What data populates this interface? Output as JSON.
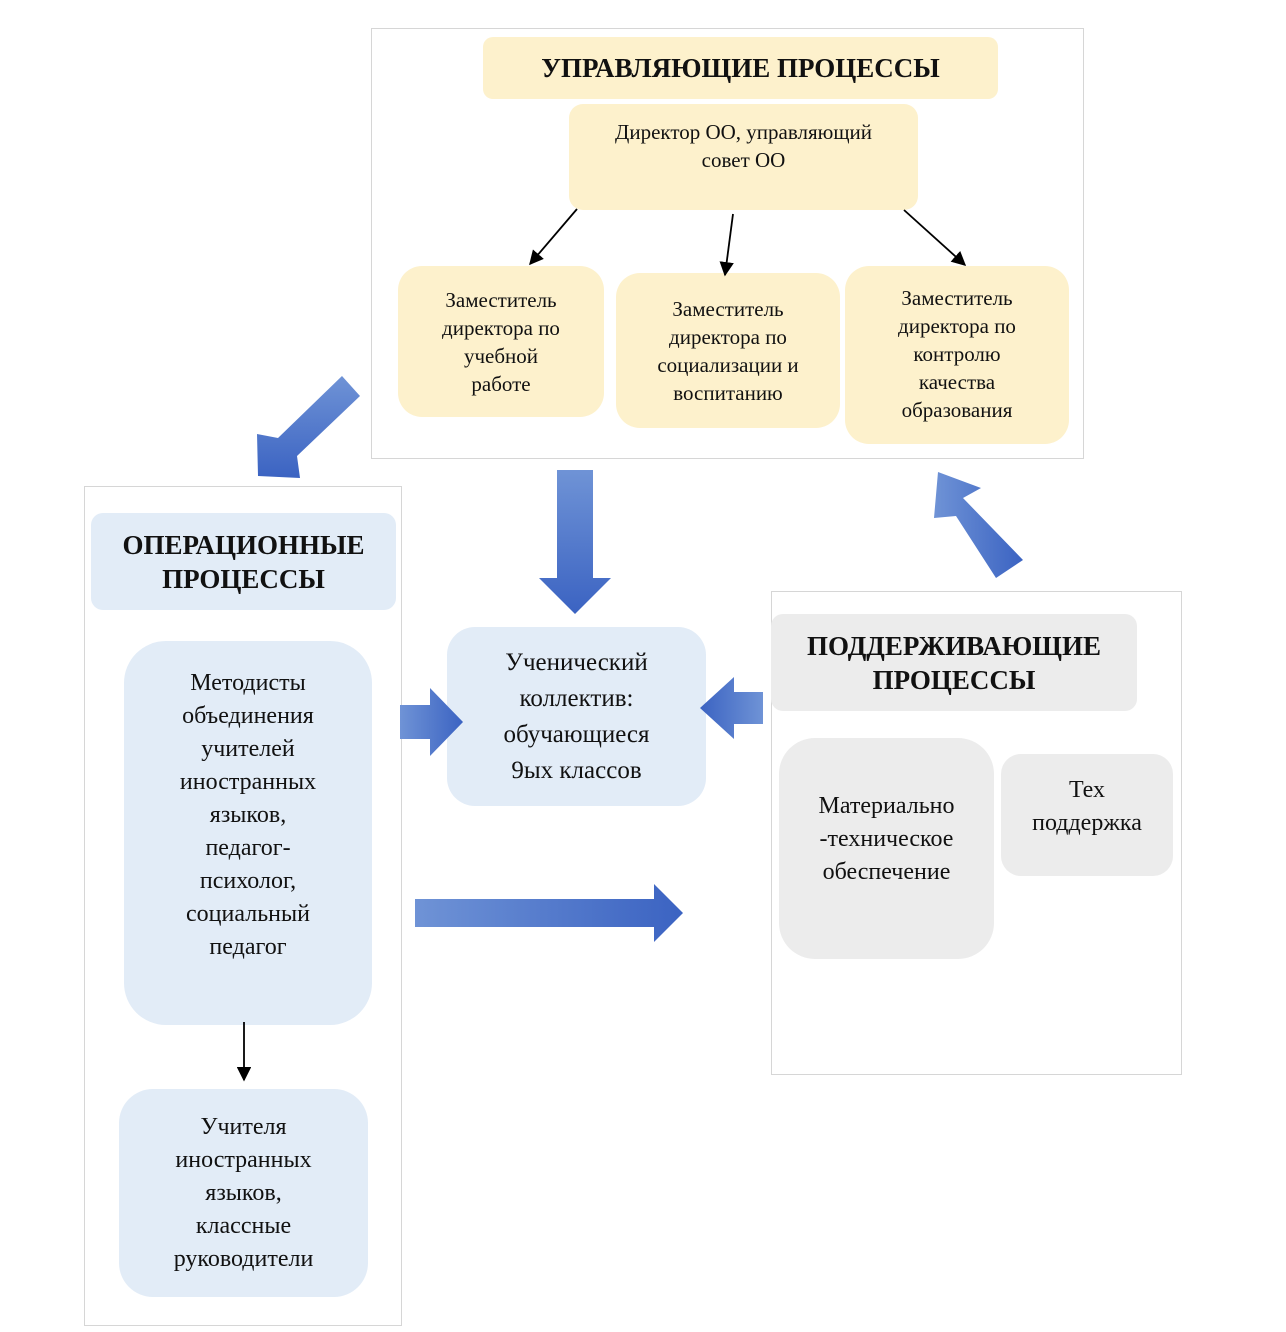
{
  "management": {
    "title": "УПРАВЛЯЮЩИЕ  ПРОЦЕССЫ",
    "director": "Директор ОО, управляющий\nсовет ОО",
    "deputy_study": "Заместитель\nдиректора по\nучебной\nработе",
    "deputy_social": "Заместитель\nдиректора по\nсоциализации  и\nвоспитанию",
    "deputy_quality": "Заместитель\nдиректора по\nконтролю\nкачества\nобразования"
  },
  "operational": {
    "title": "ОПЕРАЦИОННЫЕ\nПРОЦЕССЫ",
    "methodists": "Методисты\nобъединения\nучителей\nиностранных\nязыков,\nпедагог-\nпсихолог,\nсоциальный\nпедагог",
    "teachers": "Учителя\nиностранных\nязыков,\nклассные\nруководители"
  },
  "center": {
    "students": "Ученический\nколлектив:\nобучающиеся\n9ых  классов"
  },
  "support": {
    "title": "ПОДДЕРЖИВАЮЩИЕ\nПРОЦЕССЫ",
    "material": "Материально\n-техническое\nобеспечение",
    "tech": "Тех\nподдержка"
  },
  "colors": {
    "arrow_light": "#6f93d6",
    "arrow_dark": "#3b63c2",
    "yellow": "#fdf1cc",
    "blue": "#e2ecf7",
    "gray": "#ececec"
  }
}
